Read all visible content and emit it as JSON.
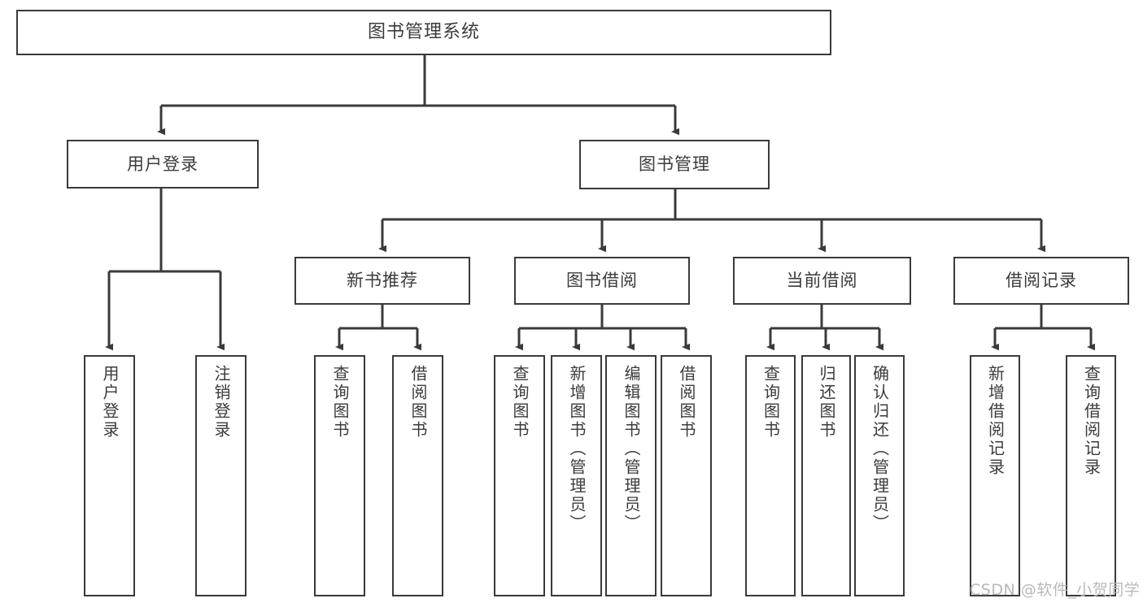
{
  "diagram": {
    "title_node": {
      "label": "图书管理系统"
    },
    "level2": [
      {
        "label": "用户登录"
      },
      {
        "label": "图书管理"
      }
    ],
    "level3": [
      {
        "label": "新书推荐"
      },
      {
        "label": "图书借阅"
      },
      {
        "label": "当前借阅"
      },
      {
        "label": "借阅记录"
      }
    ],
    "leaves": {
      "user_login": [
        {
          "label": "用户登录"
        },
        {
          "label": "注销登录"
        }
      ],
      "new_book_recommend": [
        {
          "label": "查询图书"
        },
        {
          "label": "借阅图书"
        }
      ],
      "book_borrow": [
        {
          "label": "查询图书"
        },
        {
          "label": "新增图书（管理员）"
        },
        {
          "label": "编辑图书（管理员）"
        },
        {
          "label": "借阅图书"
        }
      ],
      "current_borrow": [
        {
          "label": "查询图书"
        },
        {
          "label": "归还图书"
        },
        {
          "label": "确认归还（管理员）"
        }
      ],
      "borrow_record": [
        {
          "label": "新增借阅记录"
        },
        {
          "label": "查询借阅记录"
        }
      ]
    }
  },
  "watermark": {
    "text": "CSDN @软件_小贺同学"
  },
  "colors": {
    "border": "#3a3a3a",
    "text": "#3b3b3b",
    "background": "#ffffff",
    "watermark": "#b9b9b9"
  }
}
